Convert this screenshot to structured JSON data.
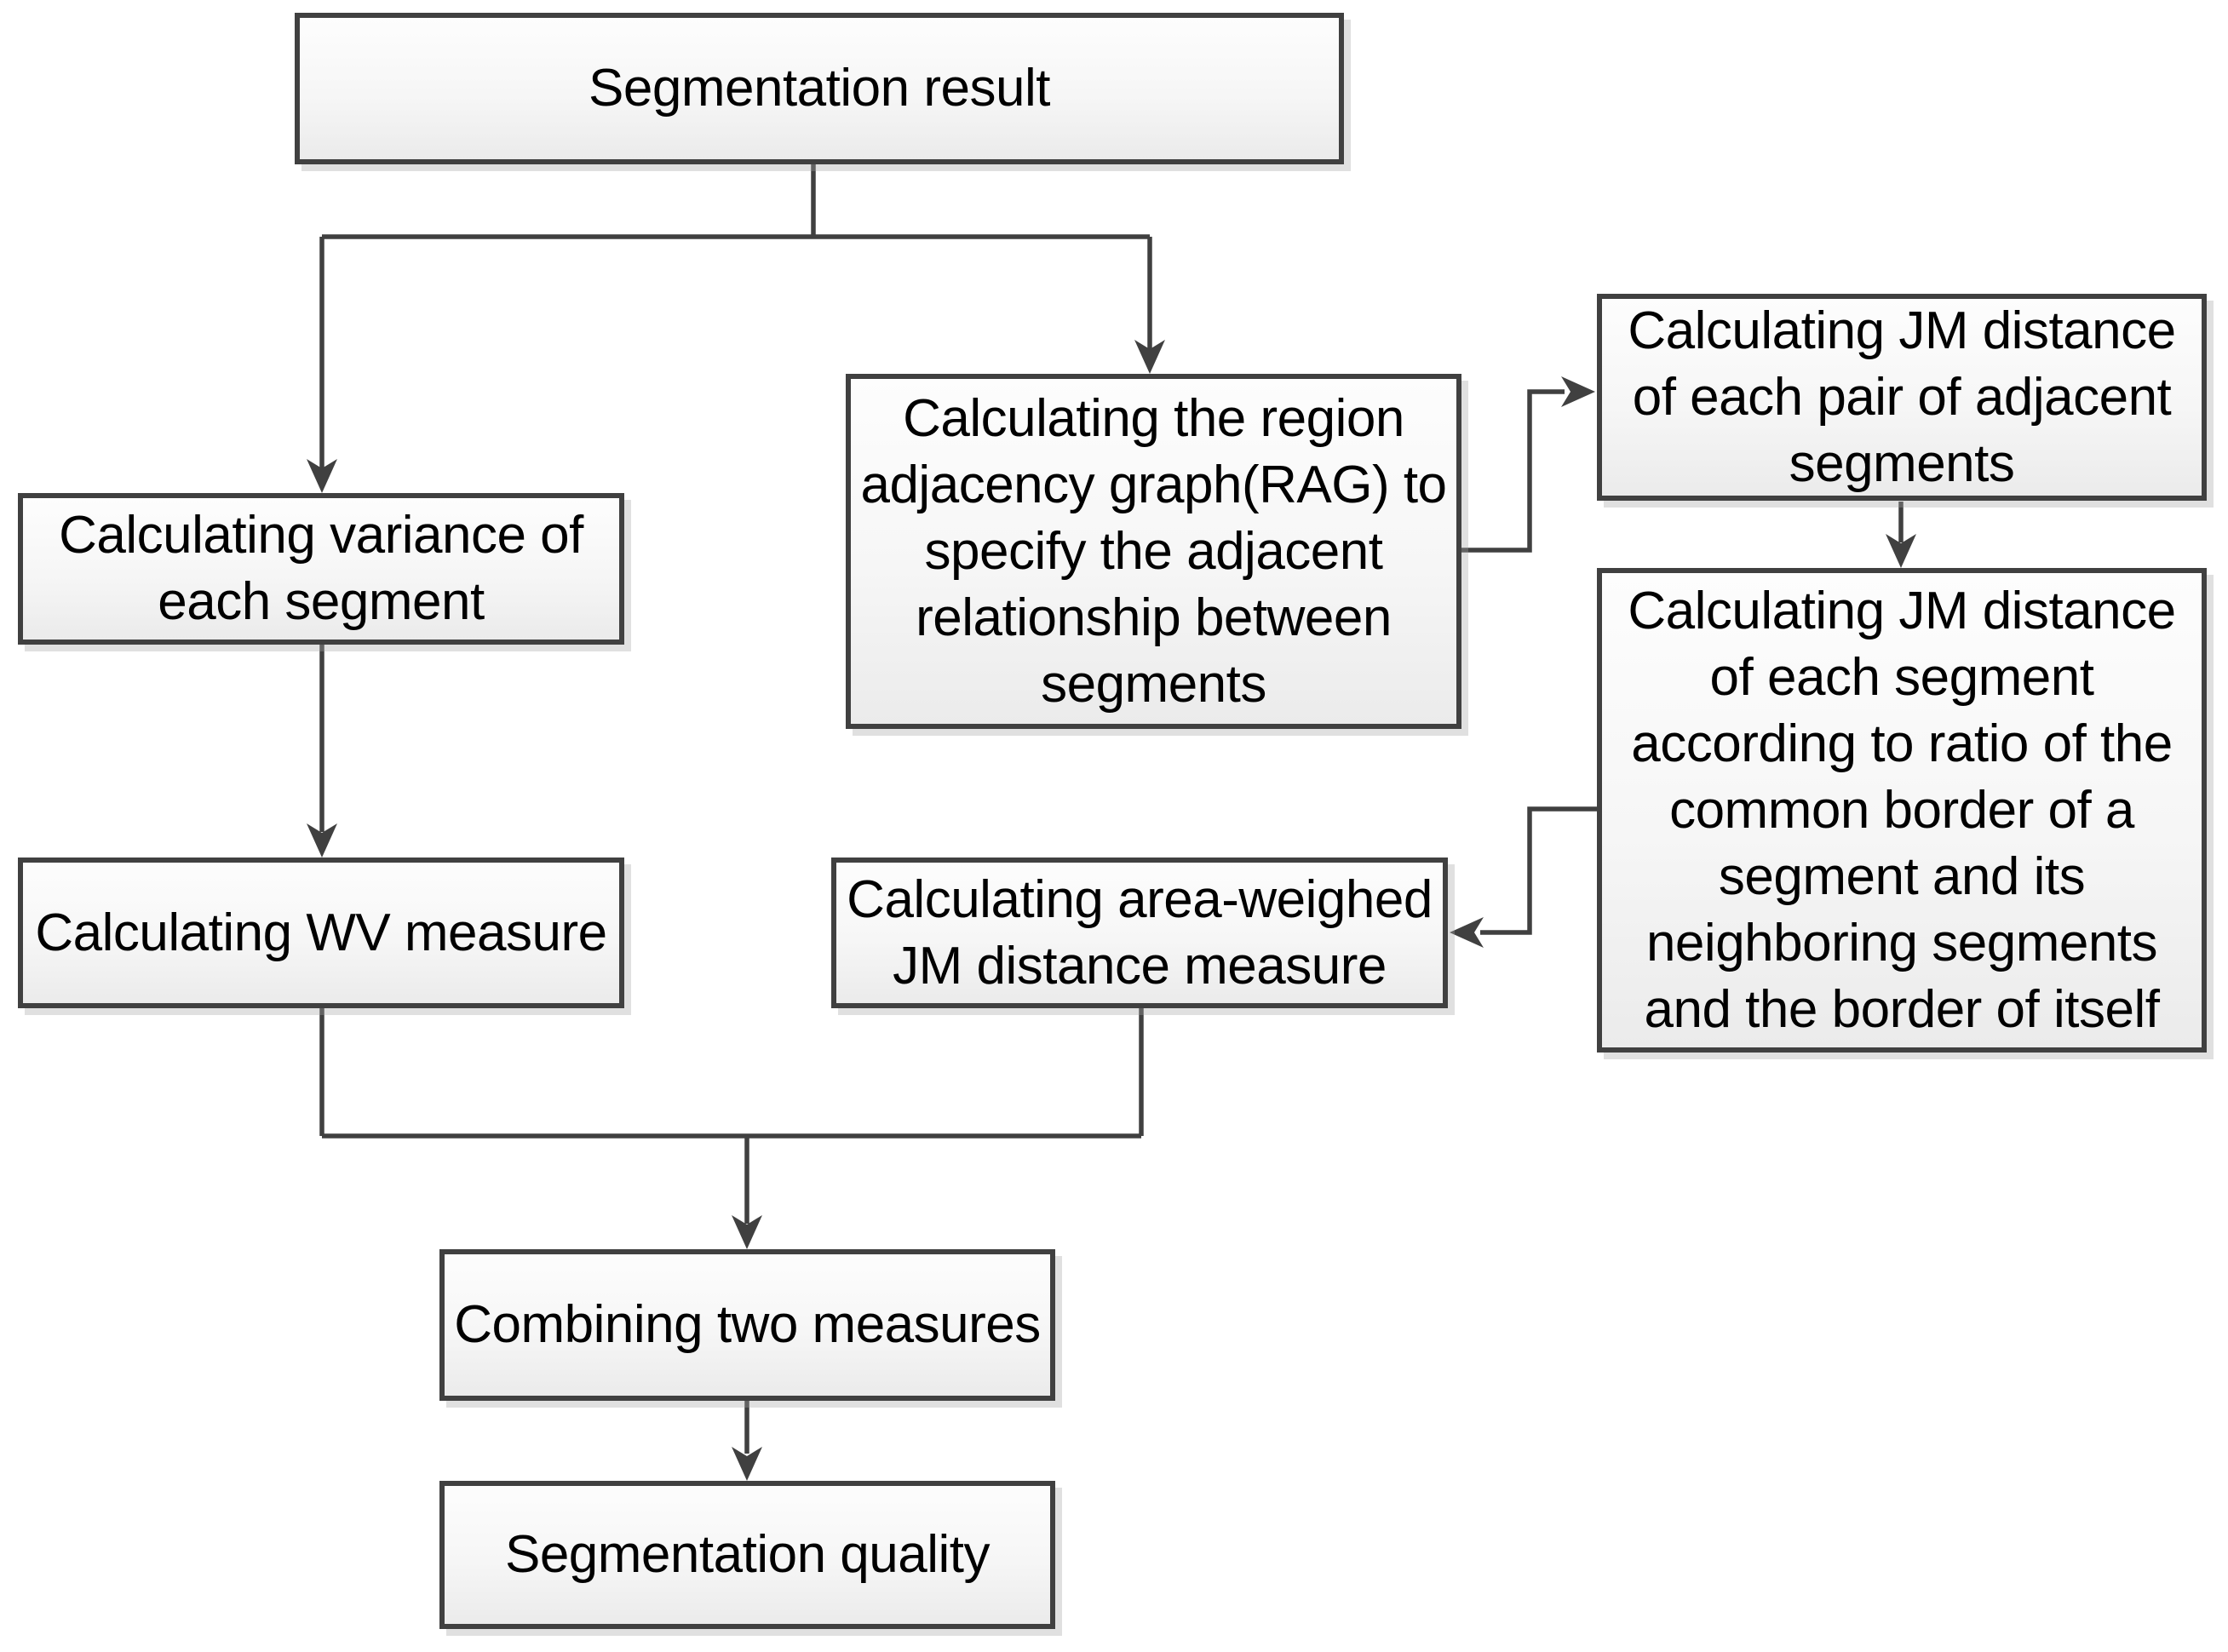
{
  "colors": {
    "background": "#ffffff",
    "line": "#404040",
    "box_border": "#404040",
    "box_fill_top": "#fdfdfd",
    "box_fill_mid": "#f6f6f6",
    "box_fill_bottom": "#ebebeb",
    "text": "#000000"
  },
  "nodes": {
    "segmentation_result": {
      "label": "Segmentation result"
    },
    "variance": {
      "label": "Calculating variance of\neach segment"
    },
    "rag": {
      "label": "Calculating the region\nadjacency graph(RAG) to\nspecify the adjacent\nrelationship between\nsegments"
    },
    "jm_pair": {
      "label": "Calculating JM distance\nof each pair of adjacent\nsegments"
    },
    "jm_border": {
      "label": "Calculating JM distance\nof each  segment\naccording to ratio of the\ncommon border of a\nsegment and its\nneighboring segments\nand the border of itself"
    },
    "wv": {
      "label": "Calculating WV measure"
    },
    "area_weighed": {
      "label": "Calculating area-weighed\nJM distance measure"
    },
    "combining": {
      "label": "Combining two measures"
    },
    "quality": {
      "label": "Segmentation quality"
    }
  }
}
